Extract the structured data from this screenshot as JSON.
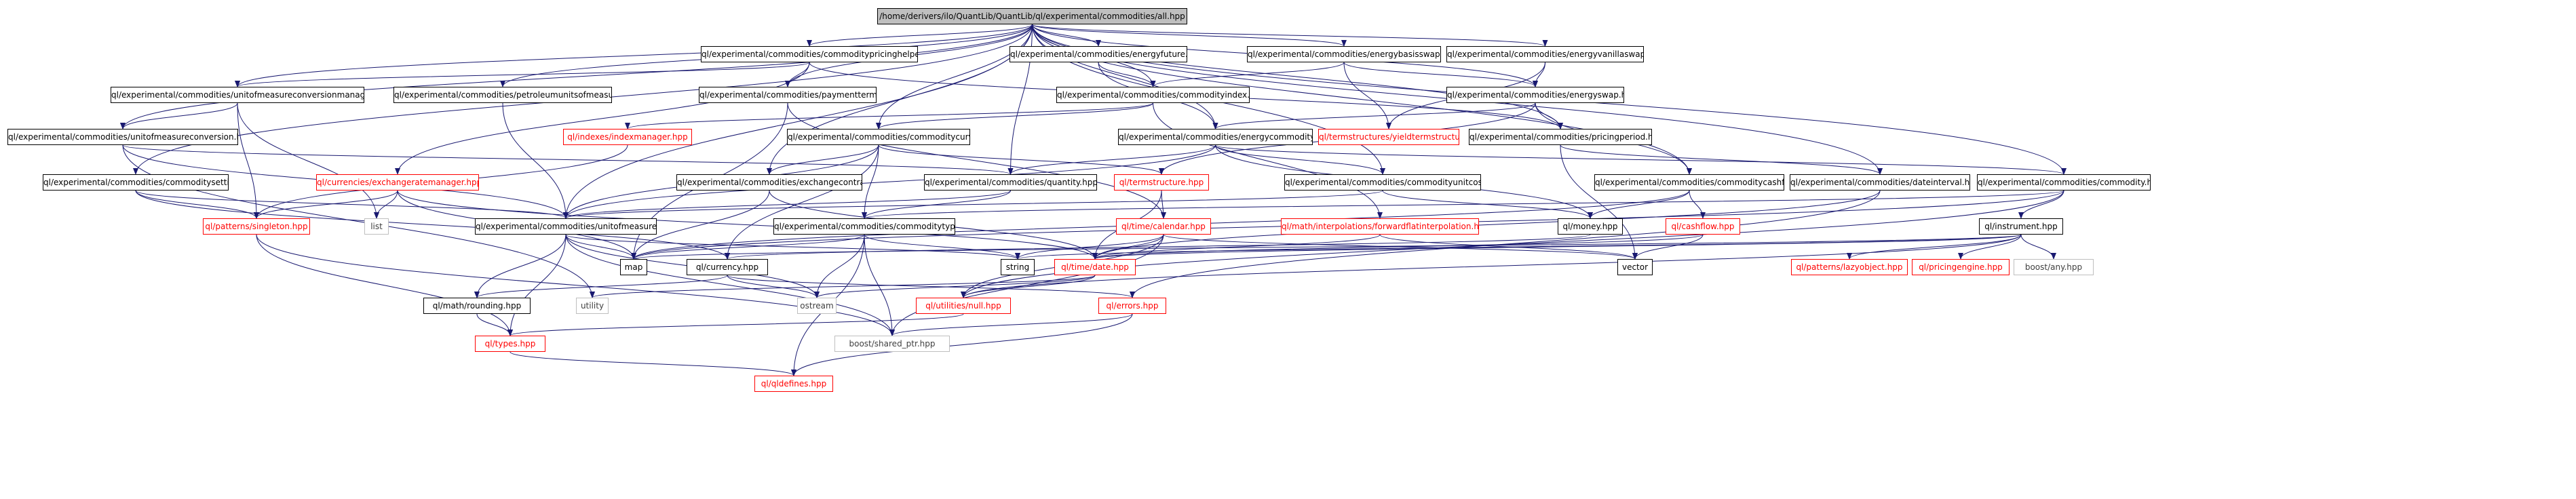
{
  "colors": {
    "edge": "#191970",
    "node_border": "#000000",
    "root_fill": "#bfbfbf",
    "red_border": "#ff0000",
    "grey_border": "#bfbfbf"
  },
  "nodes": {
    "root": "/home/derivers/ilo/QuantLib/QuantLib/ql/experimental/commodities/all.hpp",
    "pricinghelpers": "ql/experimental/commodities/commoditypricinghelpers.hpp",
    "energyfuture": "ql/experimental/commodities/energyfuture.hpp",
    "energybasisswap": "ql/experimental/commodities/energybasisswap.hpp",
    "energyvanillaswap": "ql/experimental/commodities/energyvanillaswap.hpp",
    "uomconvmgr": "ql/experimental/commodities/unitofmeasureconversionmanager.hpp",
    "petroleum": "ql/experimental/commodities/petroleumunitsofmeasure.hpp",
    "paymentterm": "ql/experimental/commodities/paymentterm.hpp",
    "commodityindex": "ql/experimental/commodities/commodityindex.hpp",
    "energyswap": "ql/experimental/commodities/energyswap.hpp",
    "uomconv": "ql/experimental/commodities/unitofmeasureconversion.hpp",
    "indexmanager": "ql/indexes/indexmanager.hpp",
    "commoditycurve": "ql/experimental/commodities/commoditycurve.hpp",
    "energycommodity": "ql/experimental/commodities/energycommodity.hpp",
    "yieldtermstructure": "ql/termstructures/yieldtermstructure.hpp",
    "pricingperiod": "ql/experimental/commodities/pricingperiod.hpp",
    "commoditysettings": "ql/experimental/commodities/commoditysettings.hpp",
    "exchangeratemanager": "ql/currencies/exchangeratemanager.hpp",
    "exchangecontract": "ql/experimental/commodities/exchangecontract.hpp",
    "quantity": "ql/experimental/commodities/quantity.hpp",
    "termstructure": "ql/termstructure.hpp",
    "unitcost": "ql/experimental/commodities/commodityunitcost.hpp",
    "cashflow": "ql/experimental/commodities/commoditycashflow.hpp",
    "dateinterval": "ql/experimental/commodities/dateinterval.hpp",
    "commodity": "ql/experimental/commodities/commodity.hpp",
    "singleton": "ql/patterns/singleton.hpp",
    "list": "list",
    "uom": "ql/experimental/commodities/unitofmeasure.hpp",
    "commoditytype": "ql/experimental/commodities/commoditytype.hpp",
    "calendar": "ql/time/calendar.hpp",
    "forwardflat": "ql/math/interpolations/forwardflatinterpolation.hpp",
    "money": "ql/money.hpp",
    "qlcashflow": "ql/cashflow.hpp",
    "instrument": "ql/instrument.hpp",
    "map": "map",
    "currency": "ql/currency.hpp",
    "string": "string",
    "date": "ql/time/date.hpp",
    "vector": "vector",
    "lazyobject": "ql/patterns/lazyobject.hpp",
    "pricingengine": "ql/pricingengine.hpp",
    "boostany": "boost/any.hpp",
    "rounding": "ql/math/rounding.hpp",
    "utility": "utility",
    "ostream": "ostream",
    "null": "ql/utilities/null.hpp",
    "errors": "ql/errors.hpp",
    "types": "ql/types.hpp",
    "sharedptr": "boost/shared_ptr.hpp",
    "qldefines": "ql/qldefines.hpp"
  }
}
